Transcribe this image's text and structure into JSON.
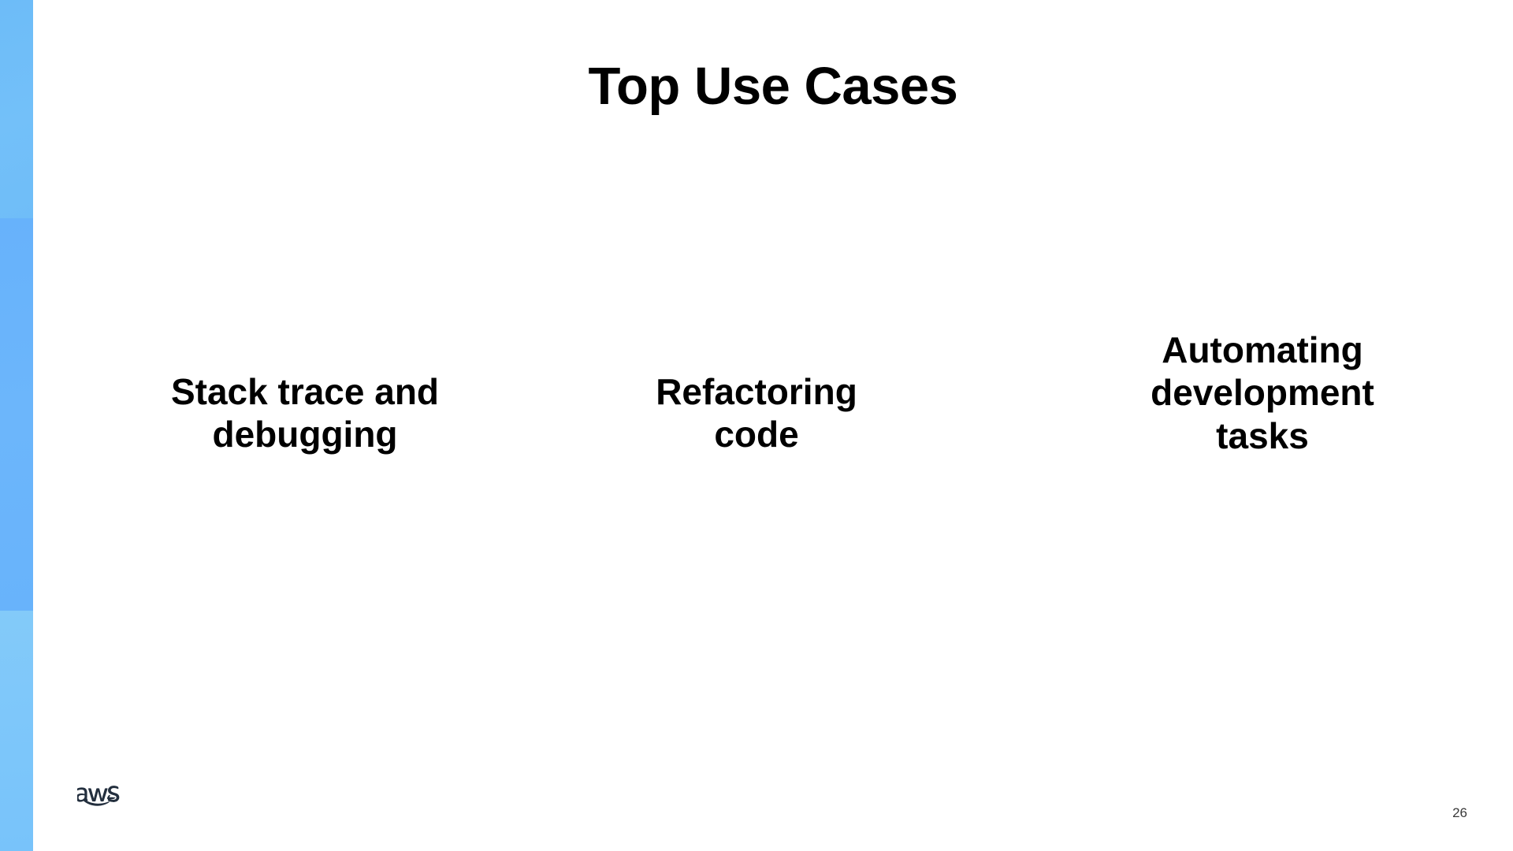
{
  "slide": {
    "title": "Top Use Cases",
    "page_number": "26",
    "background_color": "#ffffff",
    "title_color": "#000000",
    "body_color": "#000000"
  },
  "accent_bar": {
    "name": "left-accent-bar",
    "segments": [
      {
        "label": "accent-segment-top",
        "color": "#6fbdf8"
      },
      {
        "label": "accent-segment-middle",
        "color": "#6ab4fb"
      },
      {
        "label": "accent-segment-bottom",
        "color": "#80c8fa"
      }
    ]
  },
  "use_cases": [
    {
      "id": "stack-trace-and-debugging",
      "text": "Stack trace and debugging",
      "lines": [
        "Stack trace and",
        "debugging"
      ]
    },
    {
      "id": "refactoring-code",
      "text": "Refactoring code",
      "lines": [
        "Refactoring",
        "code"
      ]
    },
    {
      "id": "automating-development-tasks",
      "text": "Automating development tasks",
      "lines": [
        "Automating",
        "development",
        "tasks"
      ]
    }
  ],
  "brand": {
    "logo_name": "aws-logo",
    "logo_text": "aws",
    "logo_color": "#232f3e"
  }
}
